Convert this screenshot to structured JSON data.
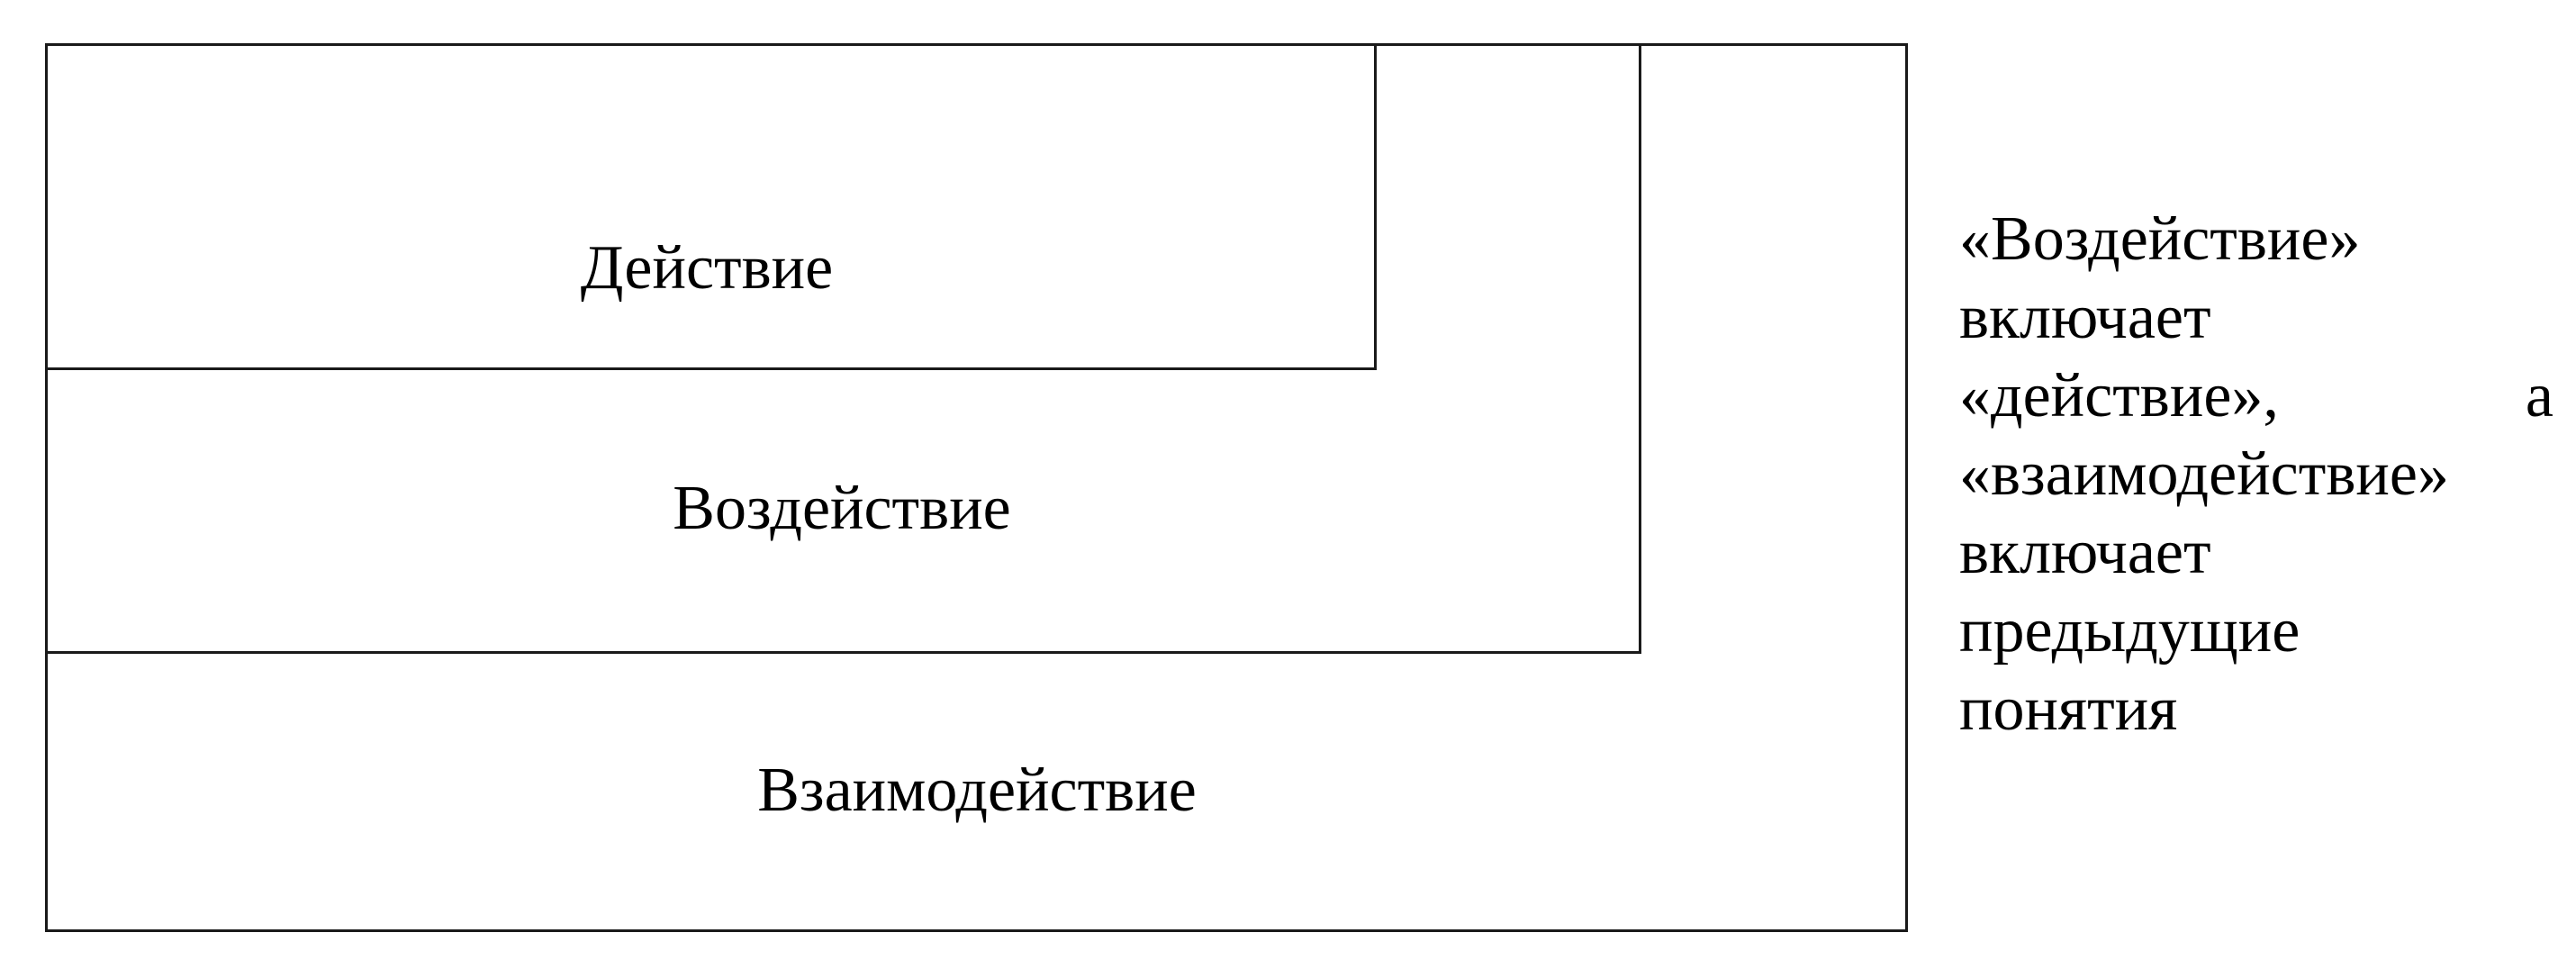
{
  "diagram": {
    "boxes": {
      "inner_label": "Действие",
      "middle_label": "Воздействие",
      "outer_label": "Взаимодействие"
    },
    "note": {
      "line1": "«Воздействие»",
      "line2": "включает",
      "line3_left": "«действие»,",
      "line3_right": "а",
      "line4": "«взаимодействие»",
      "line5": "включает",
      "line6": "предыдущие",
      "line7": "понятия"
    }
  }
}
